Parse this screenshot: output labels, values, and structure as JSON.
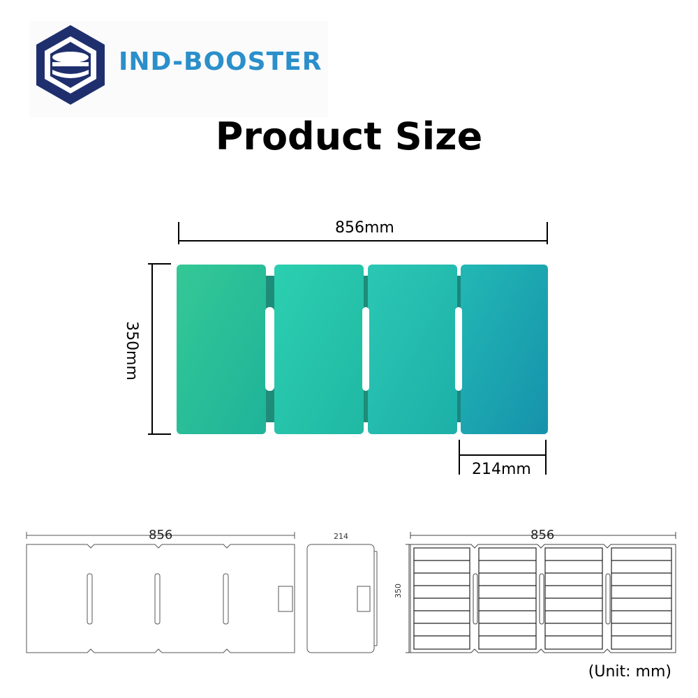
{
  "brand": {
    "name": "IND-BOOSTER",
    "logo_icon": "hexagon-drum-logo",
    "color_primary": "#1f2f6e",
    "color_accent": "#2b8fca"
  },
  "title": "Product Size",
  "product": {
    "panel_count": 4,
    "colors": [
      "#2cc8a0",
      "#1aa0a0"
    ]
  },
  "dimensions": {
    "length_label": "856mm",
    "height_label": "350mm",
    "panel_width_label": "214mm"
  },
  "drawings": {
    "front_length": "856",
    "side_width": "214",
    "top_length": "856",
    "top_height": "350"
  },
  "unit_note": "(Unit: mm)"
}
